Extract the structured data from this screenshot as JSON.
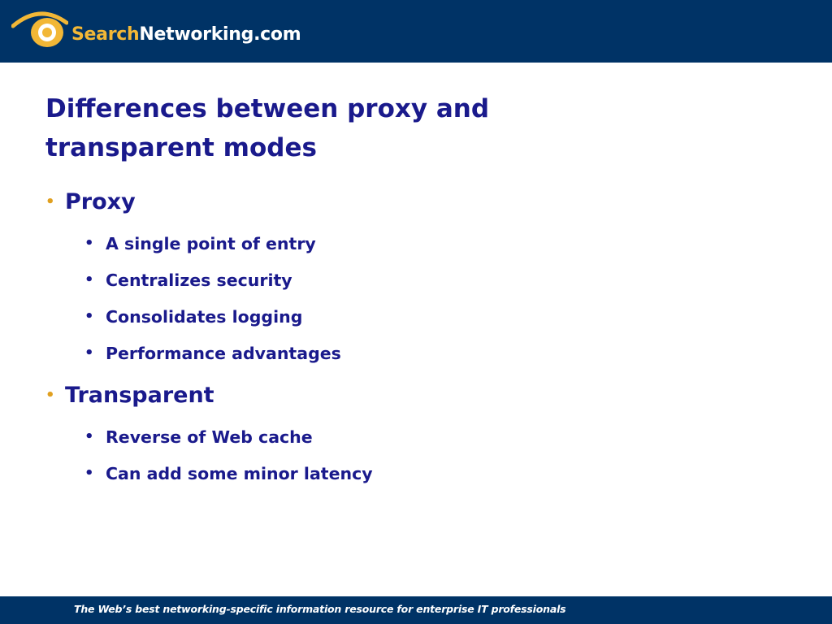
{
  "header": {
    "logo": {
      "part1": "Search",
      "part2": "Networking",
      "part3": ".com"
    }
  },
  "slide": {
    "title_line1": "Differences between proxy and",
    "title_line2": "transparent modes",
    "sections": [
      {
        "heading": "Proxy",
        "items": [
          "A single point of entry",
          "Centralizes security",
          "Consolidates logging",
          "Performance advantages"
        ]
      },
      {
        "heading": "Transparent",
        "items": [
          "Reverse of Web cache",
          "Can add some minor latency"
        ]
      }
    ],
    "bullet_l1": "•",
    "bullet_l2": "•"
  },
  "footer": {
    "tagline": "The Web’s best networking-specific information resource for enterprise IT professionals"
  },
  "colors": {
    "header_bg": "#003366",
    "text": "#1a1a8c",
    "accent": "#e0a020"
  }
}
